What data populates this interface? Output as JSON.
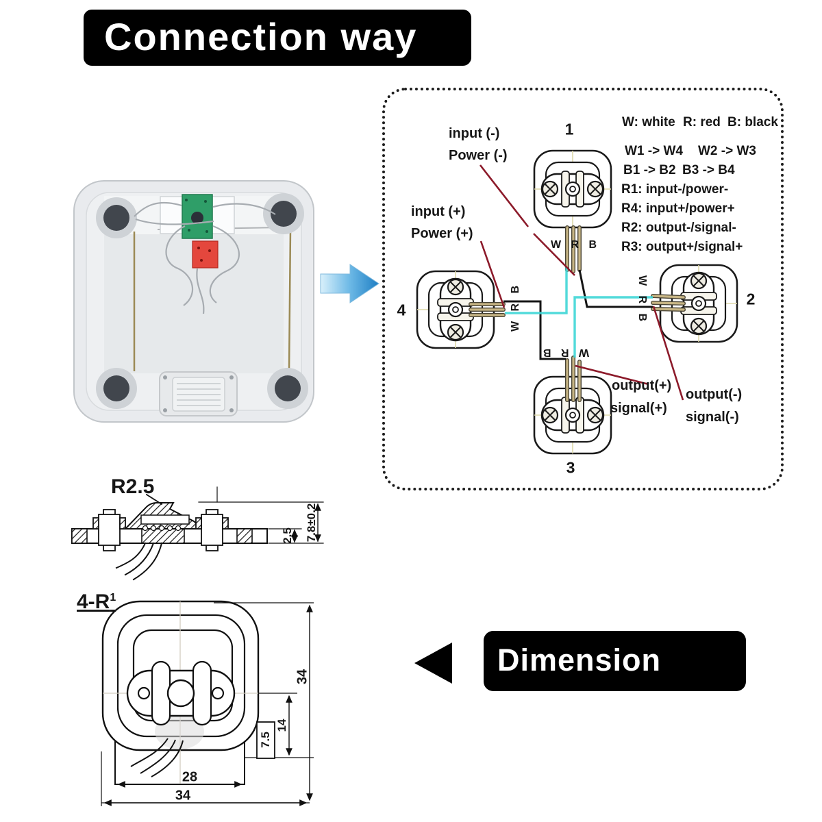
{
  "title_badge": "Connection way",
  "dimension_badge": "Dimension",
  "legend": {
    "color_key": [
      "W: white",
      "R: red",
      "B: black"
    ],
    "wire_map_row1": [
      "W1 -> W4",
      "W2 -> W3"
    ],
    "wire_map_row2": [
      "B1 -> B2",
      "B3 -> B4"
    ],
    "pin_map": [
      "R1: input-/power-",
      "R4: input+/power+",
      "R2: output-/signal-",
      "R3: output+/signal+"
    ]
  },
  "wiring": {
    "wrb_label": "W R B",
    "cells": [
      {
        "num": "1"
      },
      {
        "num": "2"
      },
      {
        "num": "3"
      },
      {
        "num": "4"
      }
    ],
    "labels": {
      "input_minus": "input (-)",
      "power_minus": "Power (-)",
      "input_plus": "input (+)",
      "power_plus": "Power (+)",
      "output_plus": "output(+)",
      "signal_plus": "signal(+)",
      "output_minus": "output(-)",
      "signal_minus": "signal(-)"
    }
  },
  "drawings": {
    "side_view": {
      "radius_label": "R2.5",
      "thickness_dim": "2.5",
      "height_dim": "7.8±0.2"
    },
    "top_view": {
      "corner_radius_label": "4-R",
      "corner_radius_sup": "1",
      "overall_height": "34",
      "tab_offset": "14",
      "tab_width": "7.5",
      "inner_width": "28",
      "overall_width": "34"
    }
  },
  "colors": {
    "badge_bg": "#000000",
    "badge_text": "#ffffff",
    "wire_white": "#3fd6d6",
    "wire_red": "#8c1a2a",
    "wire_black": "#151515",
    "wire_bundle": "#c7b584",
    "arrow_light": "#cdeaf8",
    "arrow_dark": "#1f7fc4"
  }
}
